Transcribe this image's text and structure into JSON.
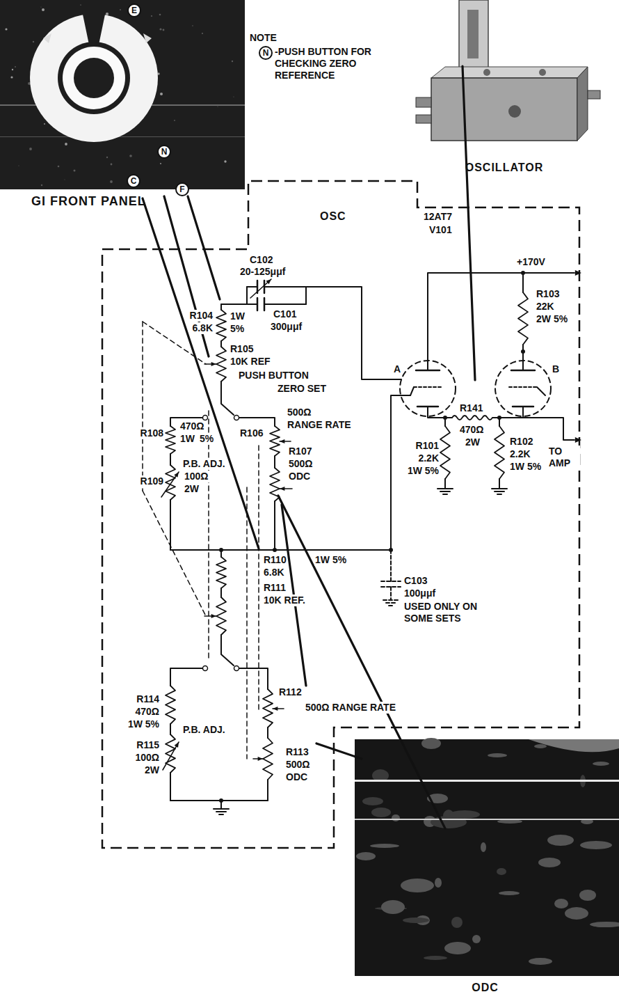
{
  "diagram": {
    "nodes": [
      {
        "text": [
          "GI FRONT PANEL"
        ]
      },
      {
        "text": [
          "OSCILLATOR"
        ]
      },
      {
        "text": [
          "OSC"
        ]
      },
      {
        "text": [
          "ODC"
        ]
      }
    ],
    "labels": [
      "E",
      "N",
      "C",
      "F",
      "NOTE",
      "N",
      "-PUSH BUTTON FOR CHECKING ZERO REFERENCE",
      "C102",
      "20-125μμf",
      "C101",
      "300μμf",
      "12AT7",
      "V101",
      "+170V",
      "R103",
      "22K",
      "2W 5%",
      "R104",
      "6.8K",
      "1W",
      "5%",
      "R105",
      "10K REF",
      "PUSH BUTTON",
      "ZERO SET",
      "R108",
      "470Ω",
      "1W",
      "5%",
      "R106",
      "500Ω",
      "RANGE RATE",
      "R109",
      "P.B. ADJ.",
      "100Ω",
      "2W",
      "R107",
      "500Ω",
      "ODC",
      "A",
      "B",
      "R141",
      "470Ω",
      "2W",
      "R101",
      "2.2K",
      "1W 5%",
      "R102",
      "2.2K",
      "1W 5%",
      "TO AMP",
      "R110",
      "6.8K",
      "1W 5%",
      "R111",
      "10K REF.",
      "C103",
      "100μμf",
      "USED ONLY ON SOME SETS",
      "R112",
      "500Ω RANGE RATE",
      "R113",
      "500Ω",
      "ODC",
      "R114",
      "470Ω",
      "1W 5%",
      "P.B. ADJ.",
      "R115",
      "100Ω",
      "2W"
    ]
  }
}
